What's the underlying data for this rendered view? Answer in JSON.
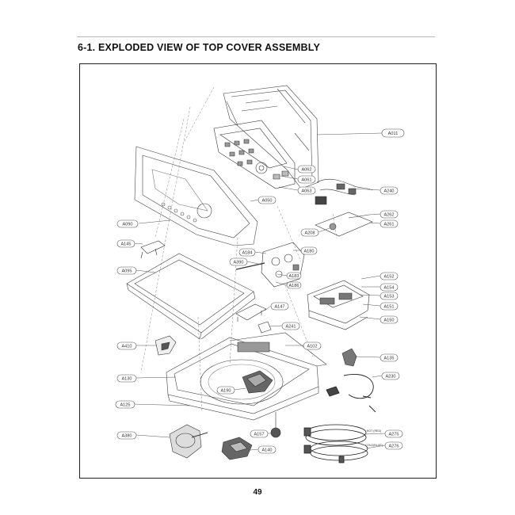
{
  "page": {
    "title": "6-1. EXPLODED VIEW OF TOP COVER ASSEMBLY",
    "page_number": "49"
  },
  "callouts": {
    "A011": "A011",
    "A062": "A062",
    "A061": "A061",
    "A063": "A063",
    "A240": "A240",
    "A050": "A050",
    "A090": "A090",
    "A262": "A262",
    "A261": "A261",
    "A208": "A208",
    "A145": "A145",
    "A184": "A184",
    "A180": "A180",
    "A390": "A390",
    "A183": "A183",
    "A186": "A186",
    "A095": "A095",
    "A152": "A152",
    "A154": "A154",
    "A153": "A153",
    "A151": "A151",
    "A150": "A150",
    "A147": "A147",
    "A241": "A241",
    "A410": "A410",
    "A102": "A102",
    "A135": "A135",
    "A130": "A130",
    "A230": "A230",
    "A190": "A190",
    "A125": "A125",
    "A275": "A275",
    "A276": "A276",
    "A380": "A380",
    "A157": "A157",
    "A140": "A140"
  },
  "hose_tags": {
    "hot": "HOT (RED)",
    "cold": "COLD(BLUE)"
  }
}
